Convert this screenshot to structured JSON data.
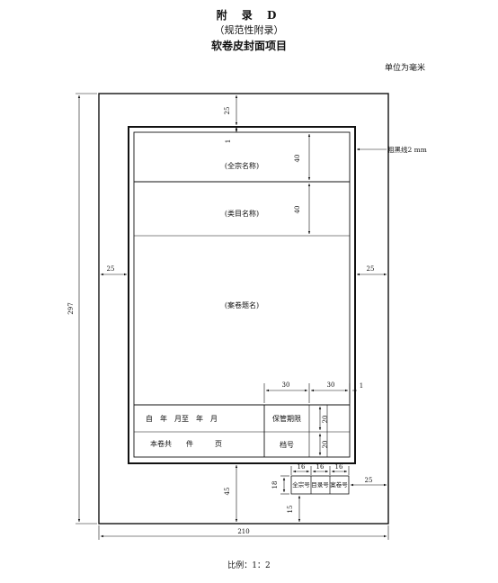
{
  "heading": {
    "appendix": "附 录 D",
    "type": "（规范性附录）",
    "title": "软卷皮封面项目"
  },
  "unit_note": "单位为毫米",
  "scale_note": "比例：1：2",
  "labels": {
    "fonds_name": "(全宗名称)",
    "category_name": "(类目名称)",
    "case_title": "(案卷题名)",
    "date_range": "自　年　月至　年　月",
    "volume_count": "本卷共　　件　　　页",
    "retention": "保管期限",
    "file_number": "档号",
    "fonds_no": "全宗号",
    "catalog_no": "目录号",
    "case_no": "案卷号",
    "thick_line": "粗黑线2 mm"
  },
  "dimensions": {
    "width_total": "210",
    "height_total": "297",
    "top_margin": "25",
    "left_margin": "25",
    "right_margin": "25",
    "bottom_margin": "45",
    "gap": "1",
    "row1": "40",
    "row2": "40",
    "col_a": "30",
    "col_b": "30",
    "right_gap": "1",
    "row_a": "20",
    "row_b": "20",
    "box_h": "18",
    "box_w1": "16",
    "box_w2": "16",
    "box_w3": "16",
    "box_bottom": "15",
    "box_right": "25"
  }
}
